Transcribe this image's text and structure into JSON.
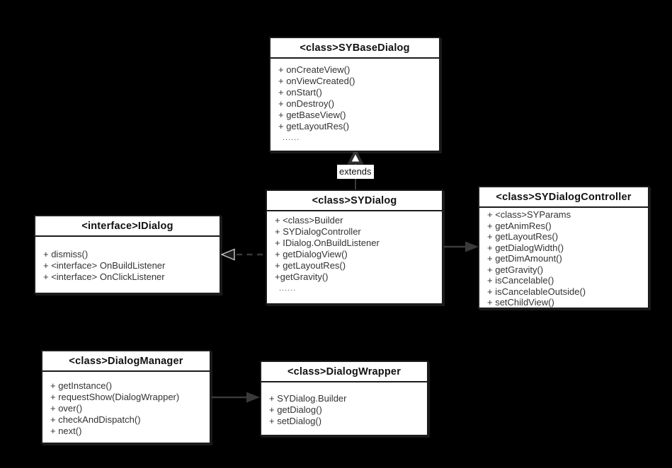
{
  "colors": {
    "background": "#000000",
    "box_fill": "#ffffff",
    "box_border": "#1b1b1b",
    "line": "#3a3a3a",
    "title_text": "#111111",
    "member_text": "#333333"
  },
  "classes": [
    {
      "id": "sybasedialog",
      "title": "<class>SYBaseDialog",
      "members": [
        "+ onCreateView()",
        "+ onViewCreated()",
        "+ onStart()",
        "+ onDestroy()",
        "+ getBaseView()",
        "+ getLayoutRes()",
        "......"
      ]
    },
    {
      "id": "sydialog",
      "title": "<class>SYDialog",
      "members": [
        "+ <class>Builder",
        "+ SYDialogController",
        "+ IDialog.OnBuildListener",
        "+ getDialogView()",
        "+ getLayoutRes()",
        "+getGravity()",
        "......"
      ]
    },
    {
      "id": "sydialogcontroller",
      "title": "<class>SYDialogController",
      "members": [
        "+ <class>SYParams",
        "+ getAnimRes()",
        "+ getLayoutRes()",
        "+ getDialogWidth()",
        "+ getDimAmount()",
        "+ getGravity()",
        "+ isCancelable()",
        "+ isCancelableOutside()",
        "+ setChildView()"
      ]
    },
    {
      "id": "idialog",
      "title": "<interface>IDialog",
      "members": [
        "+ dismiss()",
        "+ <interface> OnBuildListener",
        "+ <interface> OnClickListener"
      ]
    },
    {
      "id": "dialogmanager",
      "title": "<class>DialogManager",
      "members": [
        "+ getInstance()",
        "+ requestShow(DialogWrapper)",
        "+ over()",
        "+ checkAndDispatch()",
        "+ next()"
      ]
    },
    {
      "id": "dialogwrapper",
      "title": "<class>DialogWrapper",
      "members": [
        "+ SYDialog.Builder",
        "+ getDialog()",
        "+ setDialog()"
      ]
    }
  ],
  "connectors": {
    "extends_label": "extends",
    "edges": [
      {
        "from": "SYDialog",
        "to": "SYBaseDialog",
        "type": "extends",
        "style": "solid line, hollow triangle arrowhead"
      },
      {
        "from": "SYDialog",
        "to": "IDialog",
        "type": "implements",
        "style": "dashed line, triangle arrowhead"
      },
      {
        "from": "SYDialog",
        "to": "SYDialogController",
        "type": "association",
        "style": "solid line, filled arrowhead"
      },
      {
        "from": "DialogManager",
        "to": "DialogWrapper",
        "type": "association",
        "style": "solid line, filled arrowhead"
      }
    ]
  }
}
